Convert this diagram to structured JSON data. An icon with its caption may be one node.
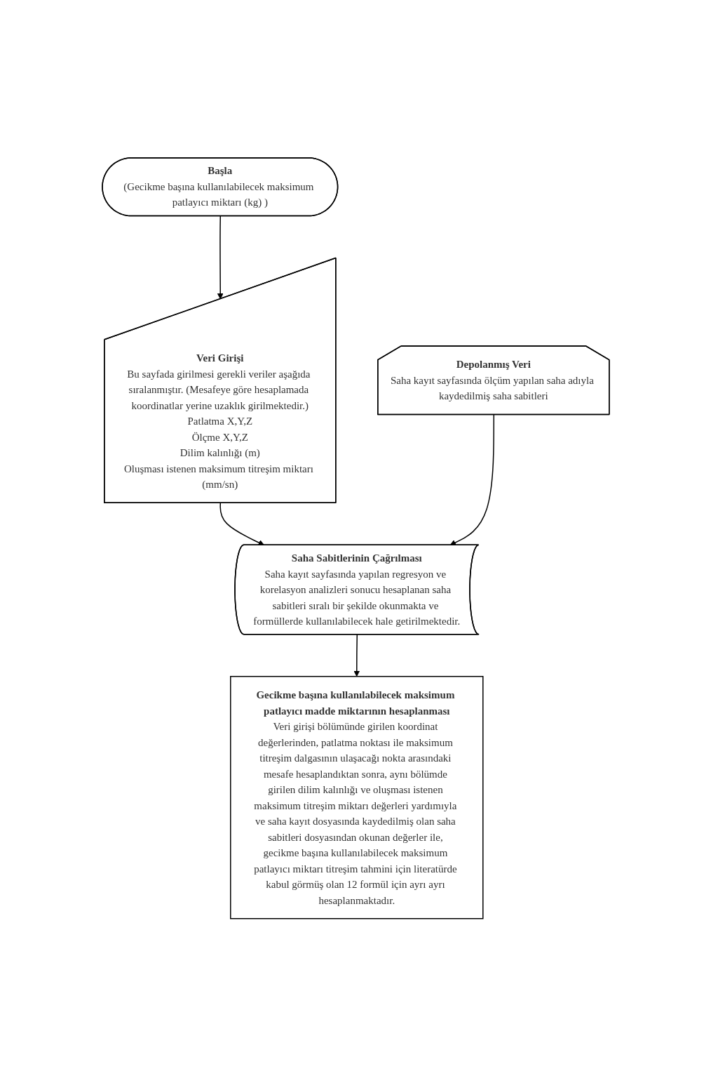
{
  "diagram": {
    "nodes": [
      {
        "text": [
          "Başla",
          "(Gecikme başına kullanılabilecek maksimum patlayıcı miktarı (kg) )"
        ]
      },
      {
        "text": [
          "Veri Girişi",
          "Bu sayfada girilmesi gerekli veriler aşağıda sıralanmıştır. (Mesafeye göre hesaplamada koordinatlar yerine uzaklık girilmektedir.)",
          "Patlatma X,Y,Z",
          "Ölçme X,Y,Z",
          "Dilim kalınlığı (m)",
          "Oluşması istenen maksimum titreşim miktarı (mm/sn)"
        ]
      },
      {
        "text": [
          "Depolanmış Veri",
          "Saha kayıt sayfasında ölçüm yapılan saha adıyla kaydedilmiş saha sabitleri"
        ]
      },
      {
        "text": [
          "Saha Sabitlerinin Çağrılması",
          "Saha kayıt sayfasında yapılan regresyon ve korelasyon analizleri sonucu hesaplanan saha sabitleri sıralı bir şekilde okunmakta ve formüllerde kullanılabilecek hale getirilmektedir."
        ]
      },
      {
        "text": [
          "Gecikme başına kullanılabilecek maksimum patlayıcı madde miktarının hesaplanması",
          "Veri girişi bölümünde girilen koordinat değerlerinden, patlatma noktası ile maksimum titreşim dalgasının ulaşacağı nokta arasındaki mesafe hesaplandıktan sonra, aynı bölümde girilen dilim kalınlığı ve oluşması istenen maksimum titreşim miktarı değerleri yardımıyla ve saha kayıt dosyasında kaydedilmiş olan saha sabitleri dosyasından okunan değerler ile, gecikme başına kullanılabilecek maksimum patlayıcı miktarı titreşim tahmini için literatürde kabul görmüş olan 12 formül için ayrı ayrı hesaplanmaktadır."
        ]
      }
    ],
    "edges": [
      {
        "from": 0,
        "to": 1,
        "arrow": "to"
      },
      {
        "from": 1,
        "to": 3,
        "arrow": "to"
      },
      {
        "from": 2,
        "to": 3,
        "arrow": "to"
      },
      {
        "from": 3,
        "to": 4,
        "arrow": "to"
      }
    ]
  }
}
